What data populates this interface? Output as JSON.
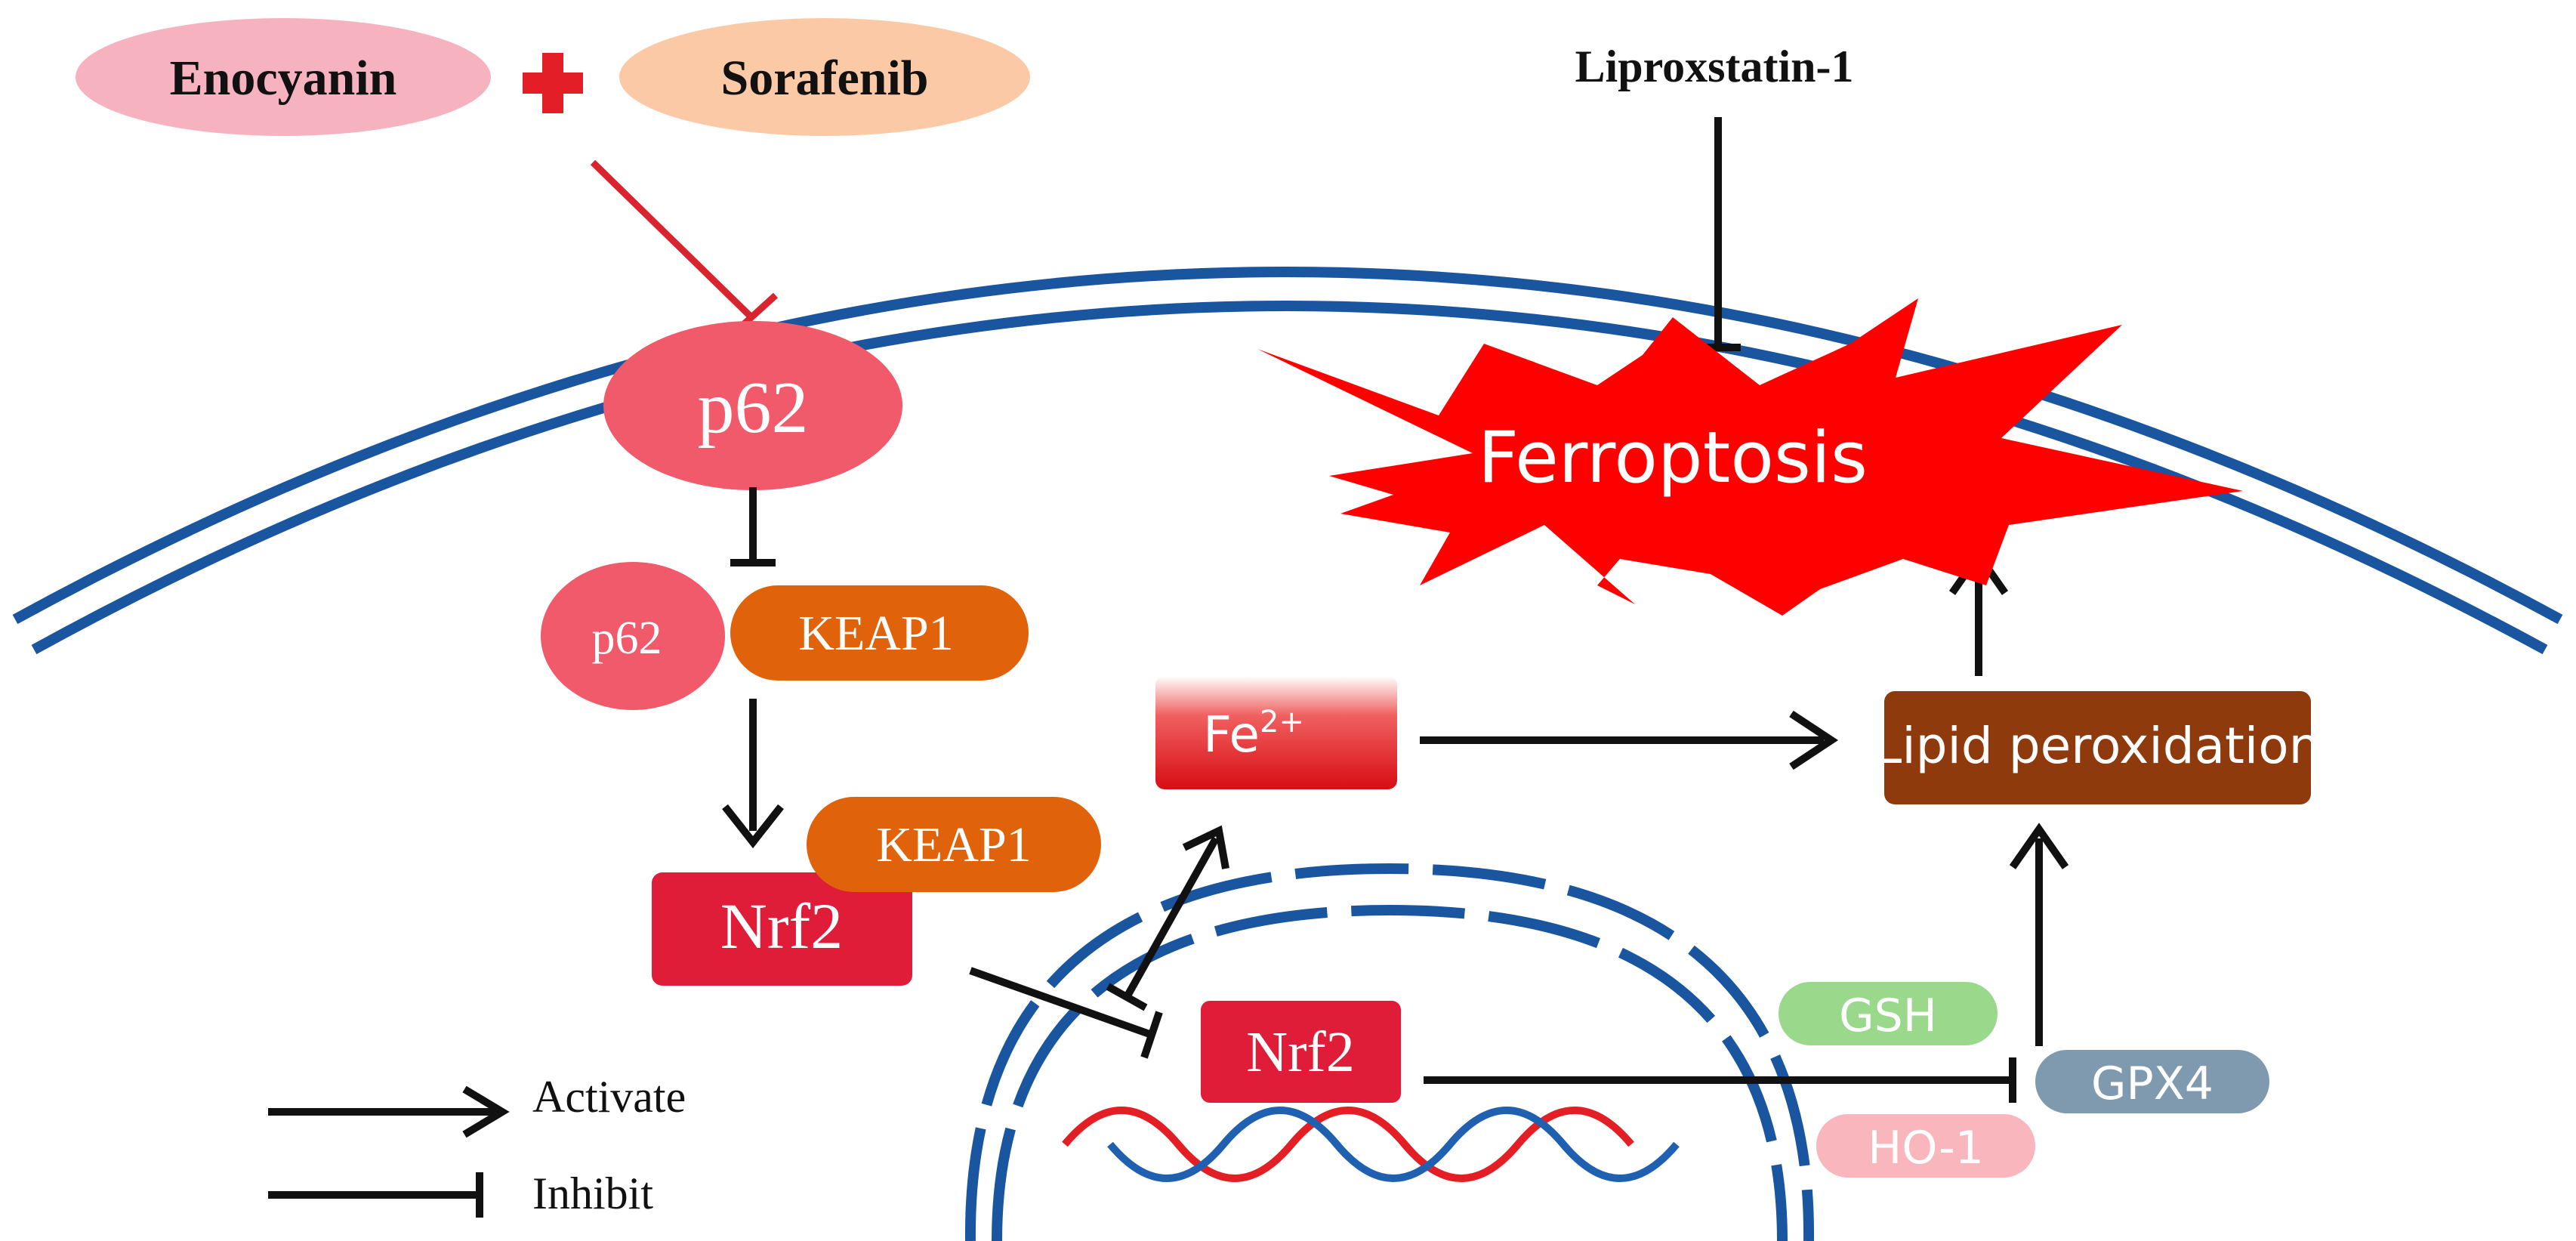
{
  "drugs": {
    "enocyanin": "Enocyanin",
    "sorafenib": "Sorafenib",
    "liproxstatin": "Liproxstatin-1"
  },
  "nodes": {
    "p62_large": "p62",
    "p62_small": "p62",
    "keap1_bound": "KEAP1",
    "keap1_free": "KEAP1",
    "nrf2_cytoplasm": "Nrf2",
    "nrf2_nucleus": "Nrf2",
    "fe_base": "Fe",
    "fe_charge": "2+",
    "ferroptosis": "Ferroptosis",
    "lipid_peroxidation": "Lipid peroxidation",
    "gsh": "GSH",
    "gpx4": "GPX4",
    "ho1": "HO-1"
  },
  "legend": {
    "activate": "Activate",
    "inhibit": "Inhibit"
  },
  "colors": {
    "membrane": "#1a55a0",
    "enocyanin": "#f6b3bf",
    "sorafenib": "#fcc9a6",
    "plus": "#e41e26",
    "drug_line": "#d9232e",
    "p62": "#f05a6b",
    "keap1": "#e0620b",
    "nrf2": "#e01d38",
    "ferroptosis": "#ff0000",
    "lipid": "#8f3a0c",
    "gsh": "#9ad98b",
    "gpx4": "#7f99ae",
    "ho1": "#f9b6bd",
    "dna_red": "#e31e24",
    "dna_blue": "#2060b0"
  }
}
